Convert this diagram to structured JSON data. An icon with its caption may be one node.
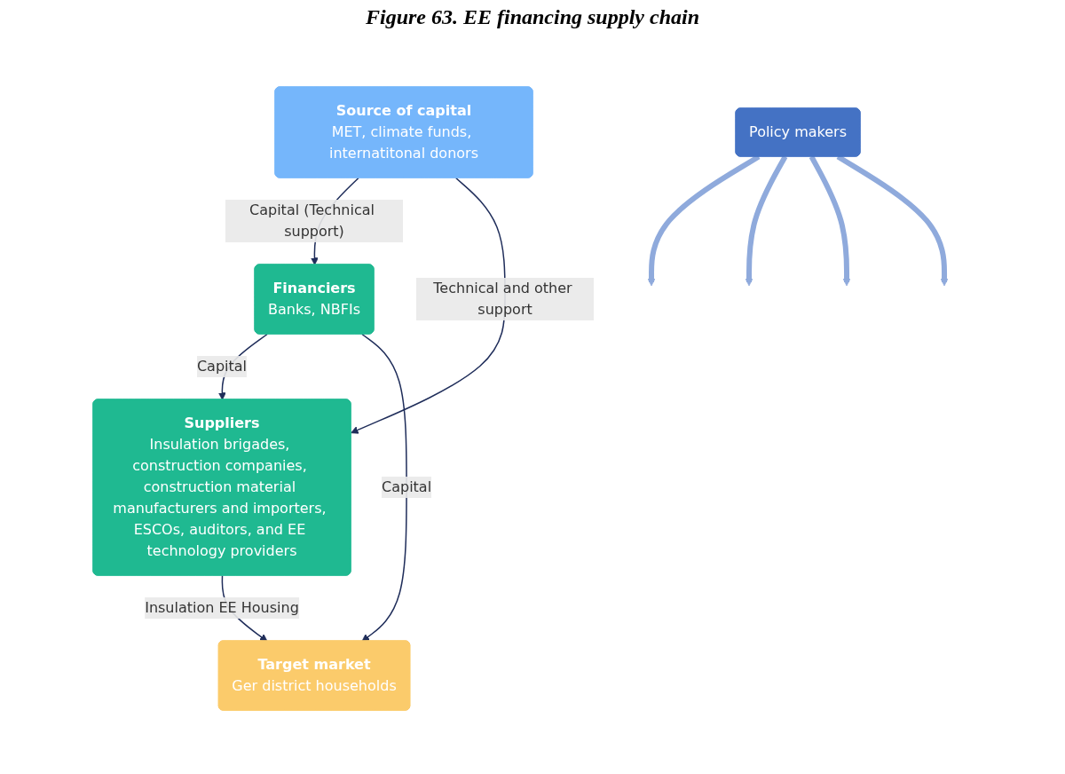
{
  "diagram": {
    "title": "Figure 63. EE financing supply chain",
    "nodes": [
      {
        "text": [
          "Source of capital",
          "MET, climate funds, internatitonal donors"
        ]
      },
      {
        "text": [
          "Financiers",
          "Banks, NBFIs"
        ]
      },
      {
        "text": [
          "Suppliers",
          "Insulation brigades, construction companies, construction material manufacturers and importers, ESCOs, auditors, and EE technology providers"
        ]
      },
      {
        "text": [
          "Target market",
          "Ger district households"
        ]
      },
      {
        "text": [
          "Policy makers"
        ]
      }
    ],
    "edges": [
      {
        "from": 0,
        "to": 1,
        "arrow": "to",
        "label": "Capital (Technical support)"
      },
      {
        "from": 0,
        "to": 2,
        "arrow": "to",
        "label": "Technical and other support"
      },
      {
        "from": 1,
        "to": 2,
        "arrow": "to",
        "label": "Capital"
      },
      {
        "from": 1,
        "to": 3,
        "arrow": "to",
        "label": "Capital"
      },
      {
        "from": 2,
        "to": 3,
        "arrow": "to",
        "label": "Insulation EE Housing"
      },
      {
        "from": 4,
        "to": null,
        "arrow": "to",
        "style": "thick",
        "color": "#8faadc"
      },
      {
        "from": 4,
        "to": null,
        "arrow": "to",
        "style": "thick",
        "color": "#8faadc"
      },
      {
        "from": 4,
        "to": null,
        "arrow": "to",
        "style": "thick",
        "color": "#8faadc"
      },
      {
        "from": 4,
        "to": null,
        "arrow": "to",
        "style": "thick",
        "color": "#8faadc"
      }
    ]
  }
}
